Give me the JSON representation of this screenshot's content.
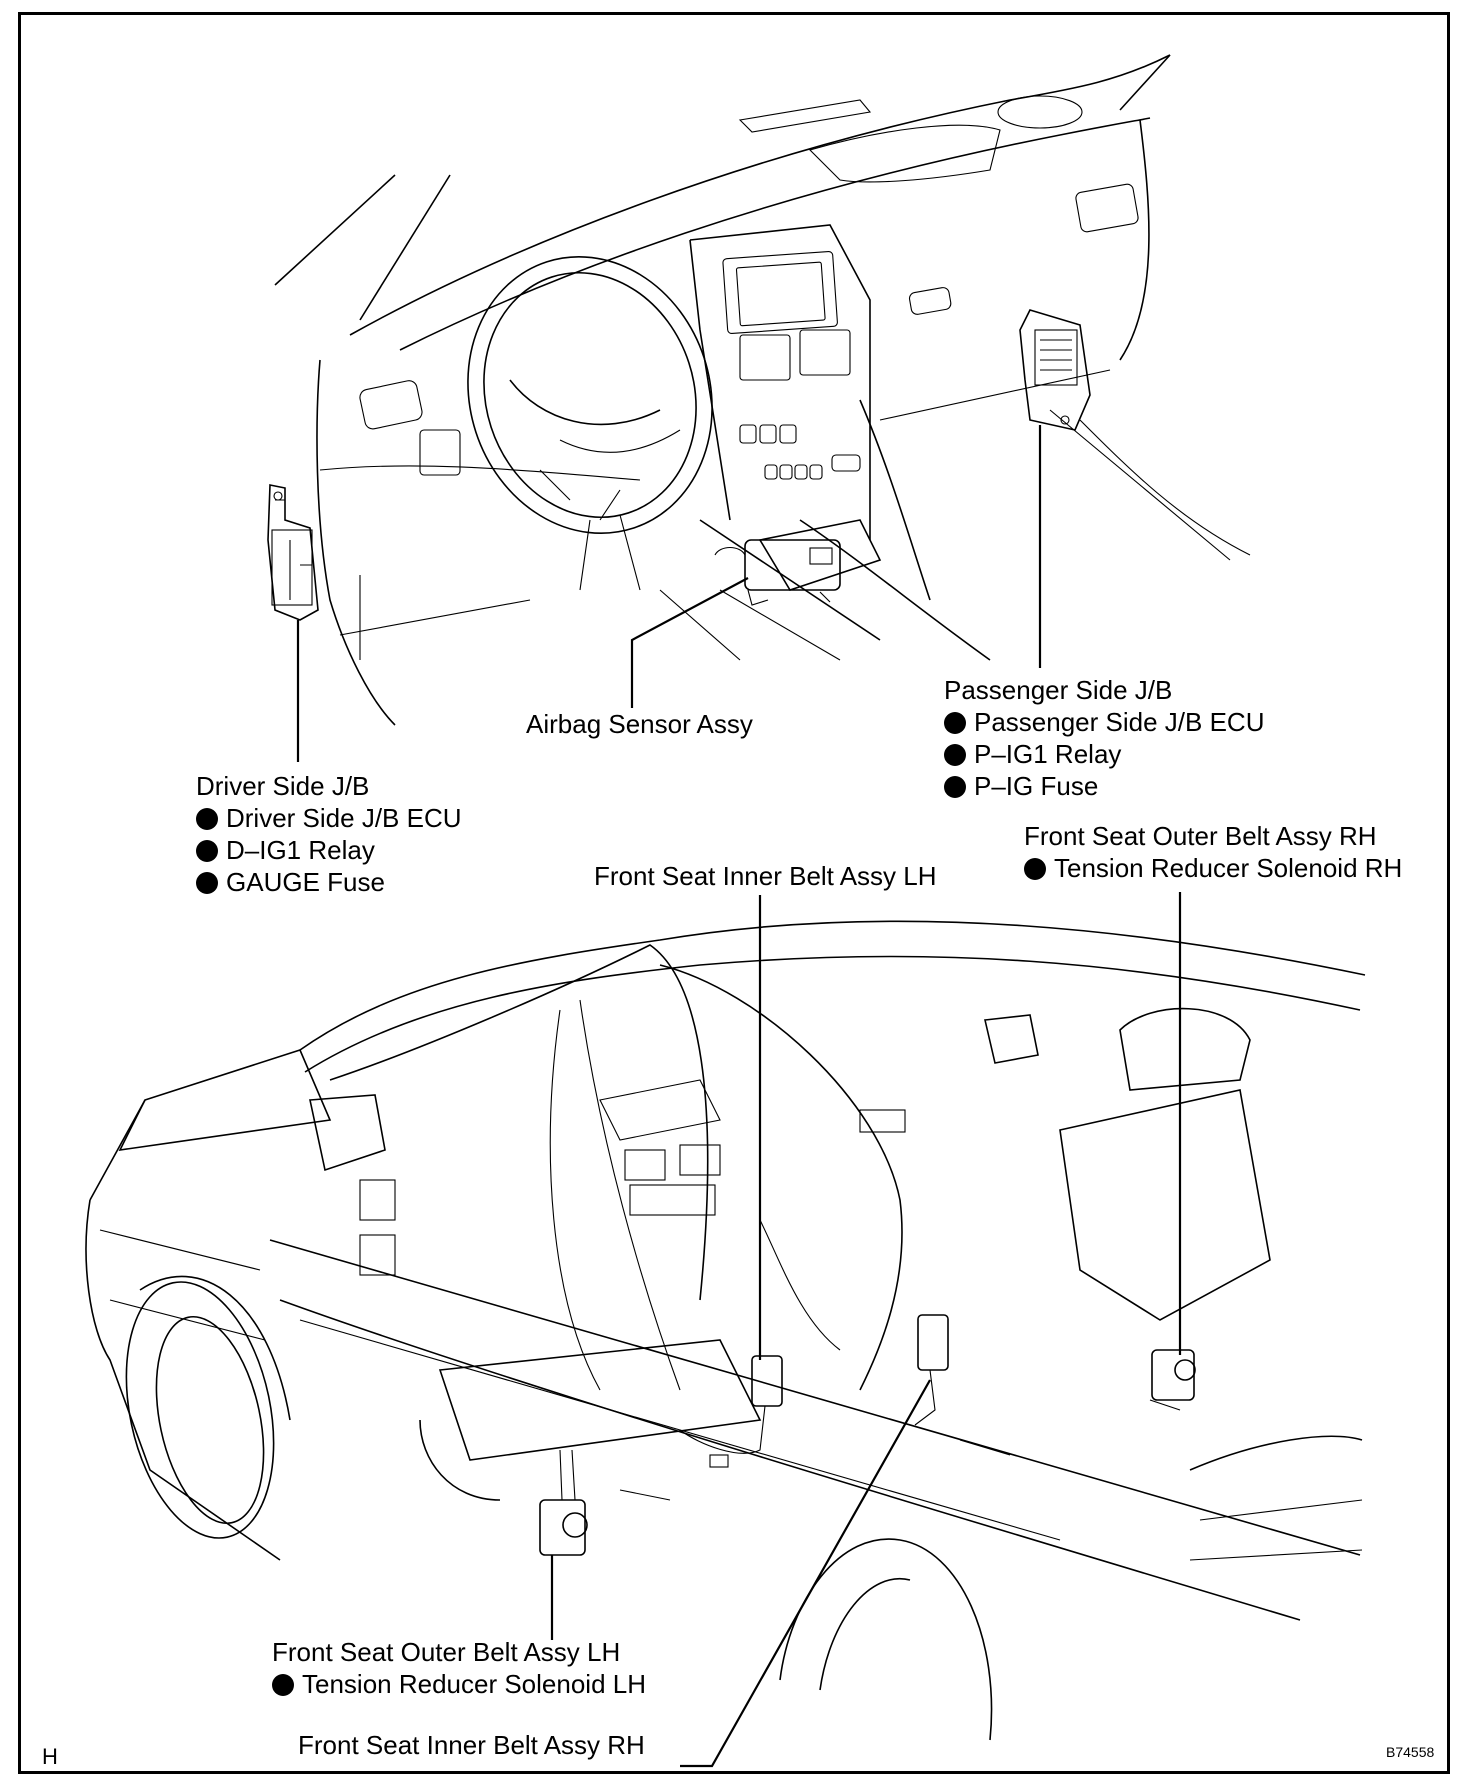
{
  "callouts": {
    "driver_jb": {
      "title": "Driver Side J/B",
      "items": [
        "Driver Side J/B ECU",
        "D–IG1 Relay",
        "GAUGE Fuse"
      ]
    },
    "airbag_sensor": {
      "title": "Airbag Sensor Assy"
    },
    "passenger_jb": {
      "title": "Passenger Side J/B",
      "items": [
        "Passenger Side J/B ECU",
        "P–IG1 Relay",
        "P–IG Fuse"
      ]
    },
    "outer_belt_rh": {
      "title": "Front Seat Outer Belt Assy RH",
      "items": [
        "Tension Reducer Solenoid RH"
      ]
    },
    "inner_belt_lh": {
      "title": "Front Seat Inner Belt Assy LH"
    },
    "outer_belt_lh": {
      "title": "Front Seat Outer Belt Assy LH",
      "items": [
        "Tension Reducer Solenoid LH"
      ]
    },
    "inner_belt_rh": {
      "title": "Front Seat Inner Belt Assy RH"
    }
  },
  "corner_mark": "H",
  "figure_code": "B74558"
}
